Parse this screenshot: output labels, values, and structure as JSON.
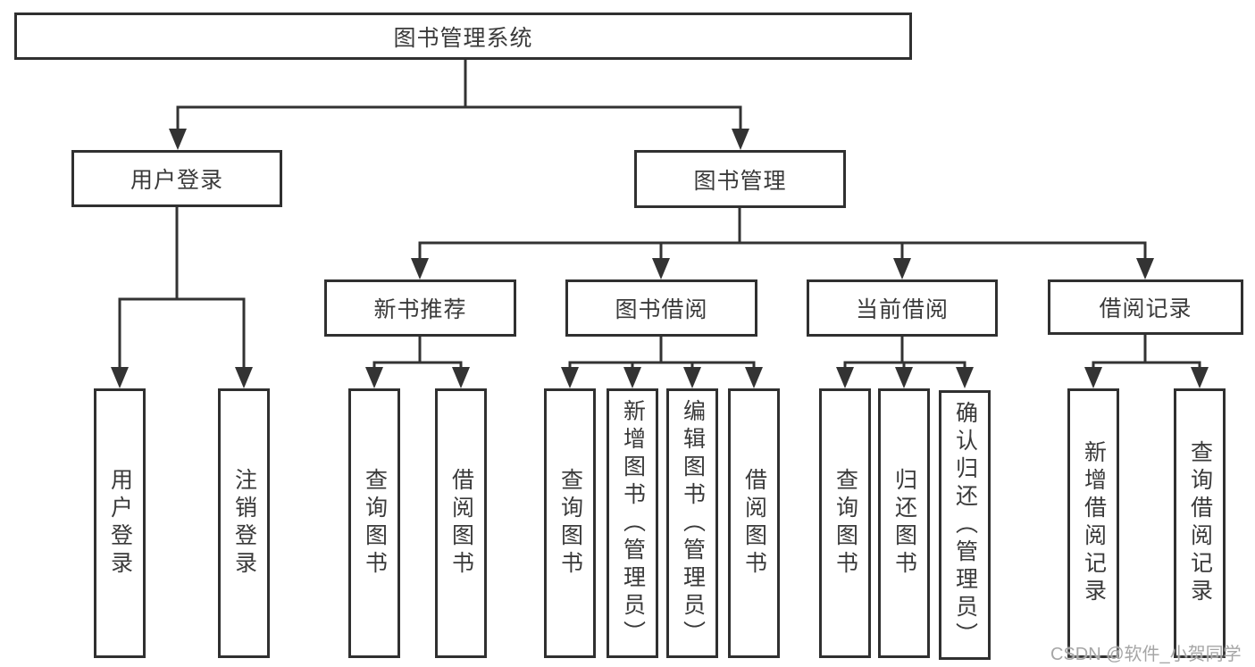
{
  "diagram": {
    "title": "图书管理系统",
    "root": {
      "label": "图书管理系统"
    },
    "level2": [
      {
        "label": "用户登录"
      },
      {
        "label": "图书管理"
      }
    ],
    "level3": [
      {
        "label": "新书推荐"
      },
      {
        "label": "图书借阅"
      },
      {
        "label": "当前借阅"
      },
      {
        "label": "借阅记录"
      }
    ],
    "leaves": [
      {
        "label": "用户登录"
      },
      {
        "label": "注销登录"
      },
      {
        "label": "查询图书"
      },
      {
        "label": "借阅图书"
      },
      {
        "label": "查询图书"
      },
      {
        "label": "新增图书（管理员）"
      },
      {
        "label": "编辑图书（管理员）"
      },
      {
        "label": "借阅图书"
      },
      {
        "label": "查询图书"
      },
      {
        "label": "归还图书"
      },
      {
        "label": "确认归还（管理员）"
      },
      {
        "label": "新增借阅记录"
      },
      {
        "label": "查询借阅记录"
      }
    ],
    "colors": {
      "line": "#333333",
      "border": "#303030",
      "text": "#3a3a3a",
      "watermark": "#a6a6a6",
      "background": "#ffffff"
    }
  },
  "watermark": {
    "text": "CSDN @软件_小贺同学"
  }
}
